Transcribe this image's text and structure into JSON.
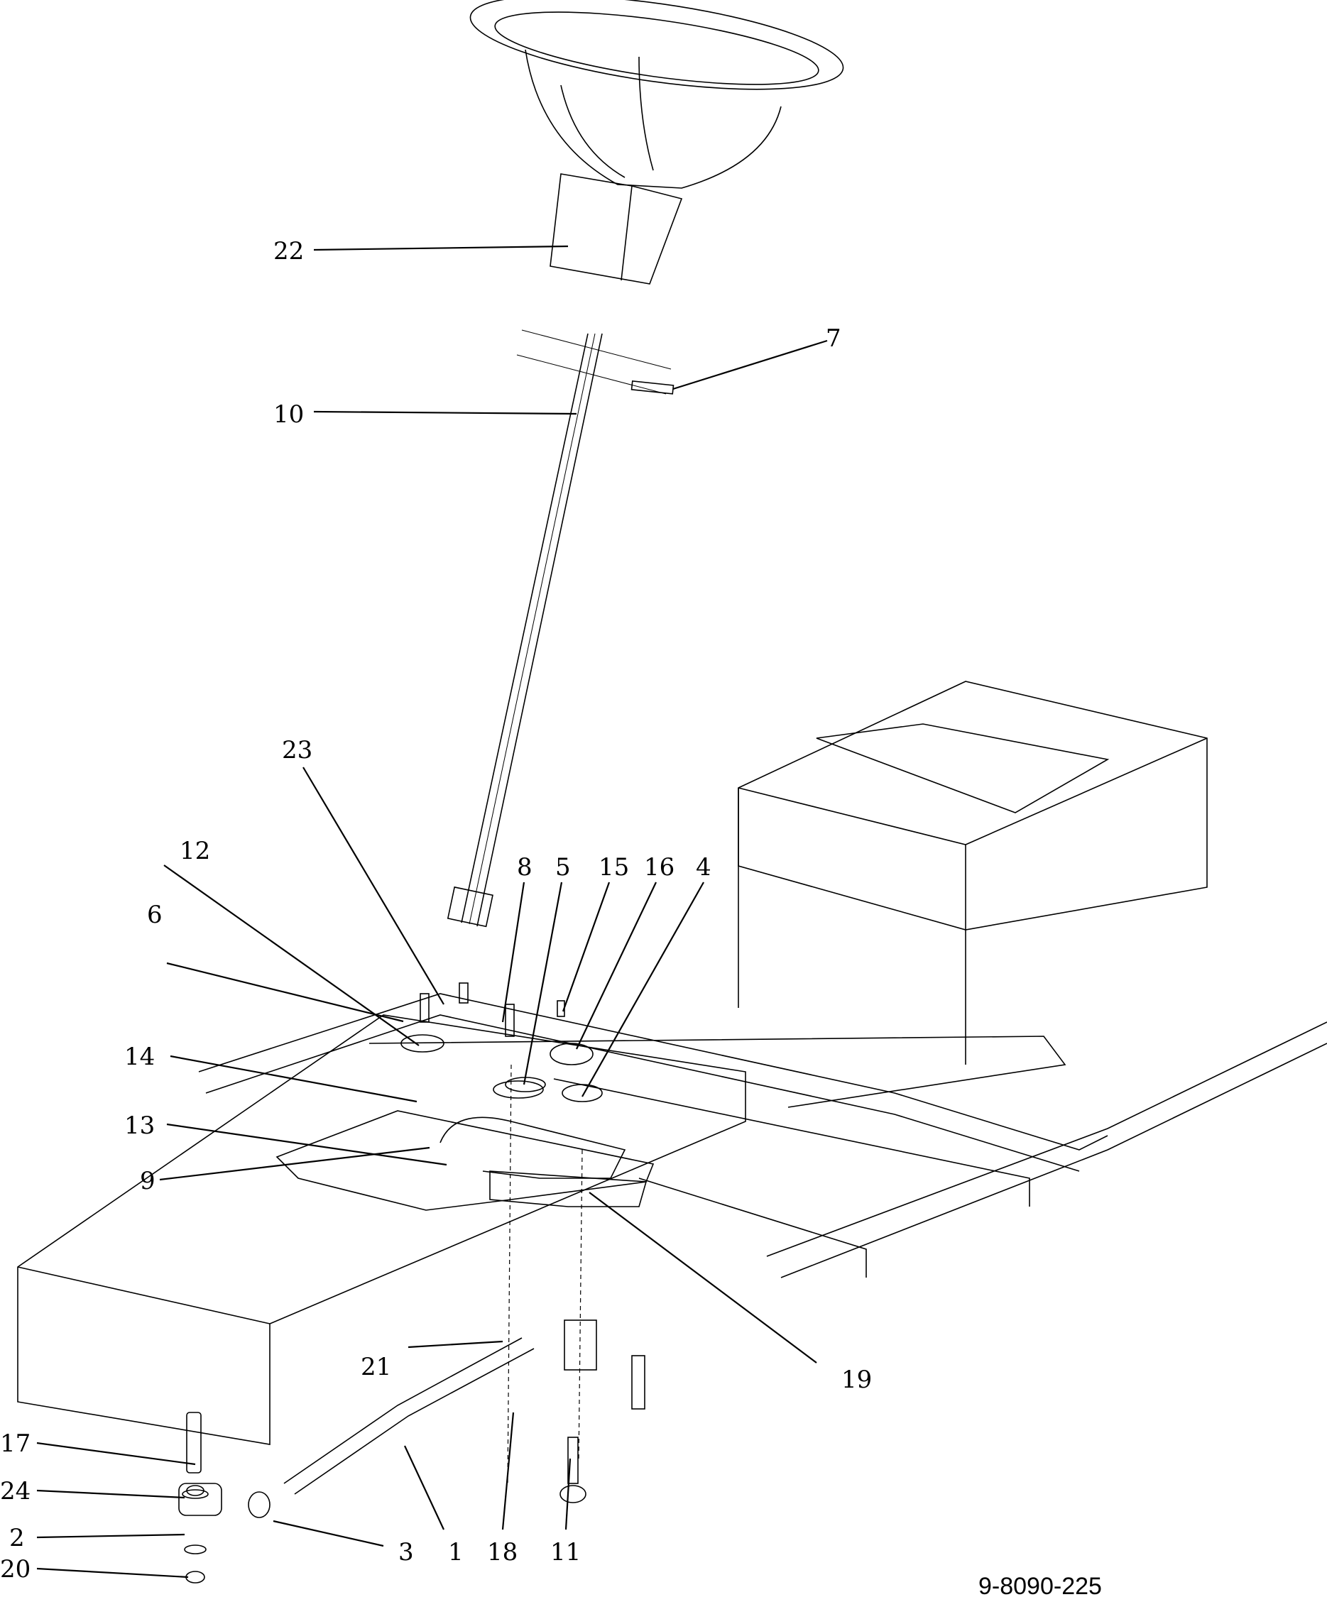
{
  "diagram": {
    "title": "Steering assembly exploded parts diagram",
    "drawing_number": "9-8090-225",
    "callouts": [
      "22",
      "7",
      "10",
      "23",
      "12",
      "8",
      "5",
      "15",
      "16",
      "4",
      "6",
      "14",
      "13",
      "9",
      "19",
      "21",
      "17",
      "24",
      "2",
      "20",
      "3",
      "1",
      "18",
      "11"
    ]
  }
}
